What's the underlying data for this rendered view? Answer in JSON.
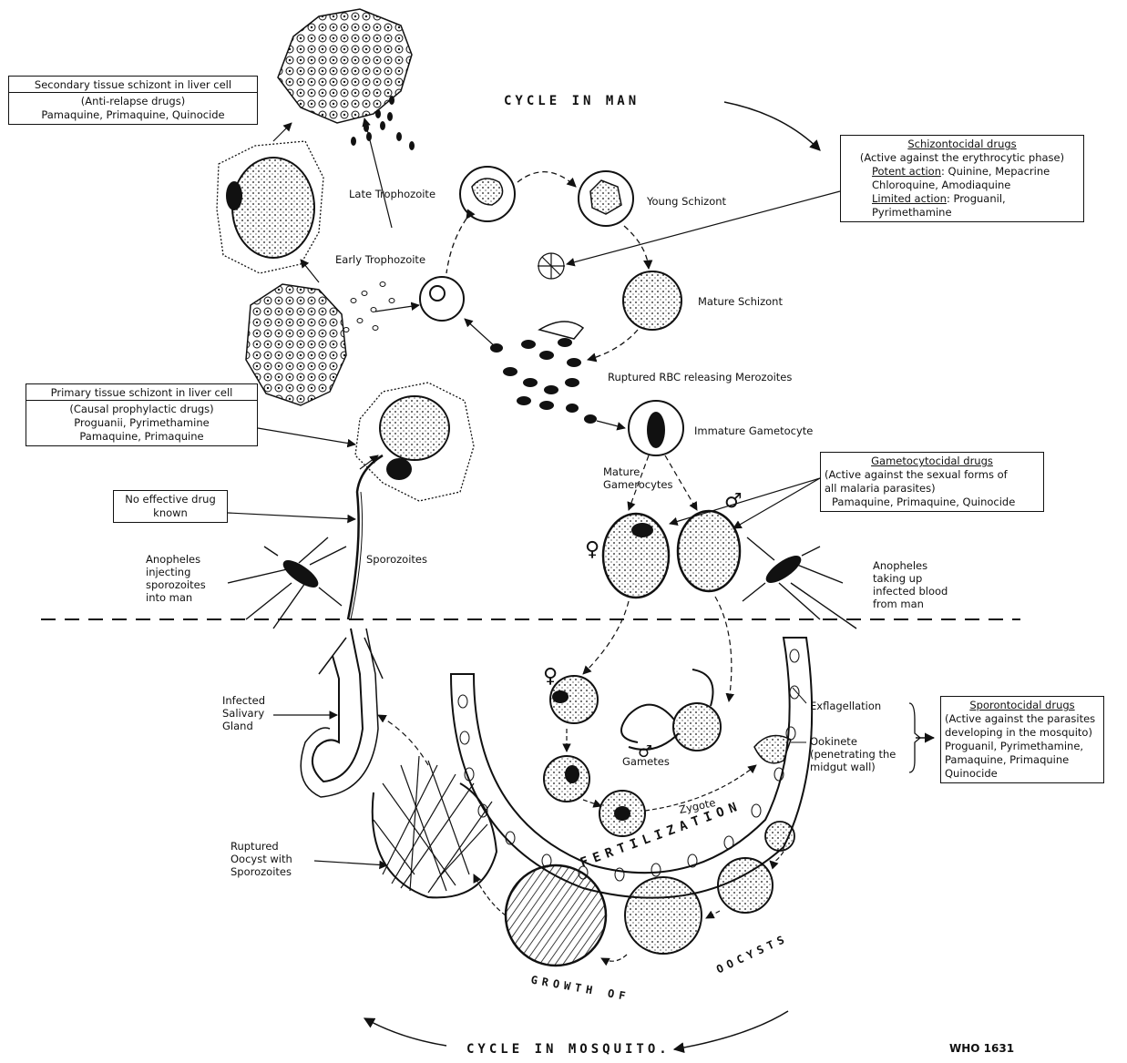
{
  "titles": {
    "cycle_man": "CYCLE IN MAN",
    "cycle_mosquito": "CYCLE IN MOSQUITO.",
    "fertilization": "FERTILIZATION",
    "growth_of": "GROWTH OF",
    "oocysts": "OOCYSTS",
    "ref": "WHO 1631"
  },
  "stages": {
    "late_trophozoite": "Late Trophozoite",
    "young_schizont": "Young Schizont",
    "early_trophozoite": "Early Trophozoite",
    "mature_schizont": "Mature Schizont",
    "ruptured_rbc": "Ruptured RBC releasing Merozoites",
    "immature_gametocyte": "Immature Gametocyte",
    "mature_gametocytes_1": "Mature",
    "mature_gametocytes_2": "Gamerocytes",
    "sporozoites": "Sporozoites",
    "anopheles_inject_1": "Anopheles",
    "anopheles_inject_2": "injecting",
    "anopheles_inject_3": "sporozoites",
    "anopheles_inject_4": "into man",
    "anopheles_take_1": "Anopheles",
    "anopheles_take_2": "taking up",
    "anopheles_take_3": "infected blood",
    "anopheles_take_4": "from man",
    "salivary_1": "Infected",
    "salivary_2": "Salivary",
    "salivary_3": "Gland",
    "exflagellation": "Exflagellation",
    "ookinete_1": "Ookinete",
    "ookinete_2": "(penetrating the",
    "ookinete_3": "midgut wall)",
    "gametes": "Gametes",
    "zygote": "Zygote",
    "ruptured_oocyst_1": "Ruptured",
    "ruptured_oocyst_2": "Oocyst with",
    "ruptured_oocyst_3": "Sporozoites",
    "female": "♀",
    "male": "♂"
  },
  "boxes": {
    "secondary": {
      "title": "Secondary tissue schizont in liver cell",
      "sub": "(Anti-relapse drugs)",
      "drugs": "Pamaquine, Primaquine, Quinocide"
    },
    "primary": {
      "title": "Primary tissue schizont in liver cell",
      "sub": "(Causal prophylactic drugs)",
      "drugs1": "Proguanii, Pyrimethamine",
      "drugs2": "Pamaquine, Primaquine"
    },
    "no_drug": {
      "line1": "No effective drug",
      "line2": "known"
    },
    "schizontocidal": {
      "title": "Schizontocidal drugs",
      "sub": "(Active against the erythrocytic phase)",
      "potent_label": "Potent action",
      "potent_drugs": ": Quinine, Mepacrine",
      "potent_drugs2": "Chloroquine, Amodiaquine",
      "limited_label": "Limited action",
      "limited_drugs": ": Proguanil,",
      "limited_drugs2": "Pyrimethamine"
    },
    "gametocytocidal": {
      "title": "Gametocytocidal drugs",
      "sub1": "(Active against the sexual forms of",
      "sub2": "all malaria parasites)",
      "drugs": "Pamaquine, Primaquine, Quinocide"
    },
    "sporontocidal": {
      "title": "Sporontocidal drugs",
      "sub1": "(Active against the parasites",
      "sub2": "developing in the mosquito)",
      "drugs1": "Proguanil, Pyrimethamine,",
      "drugs2": "Pamaquine, Primaquine",
      "drugs3": "Quinocide"
    }
  },
  "colors": {
    "ink": "#111111",
    "paper": "#ffffff"
  }
}
